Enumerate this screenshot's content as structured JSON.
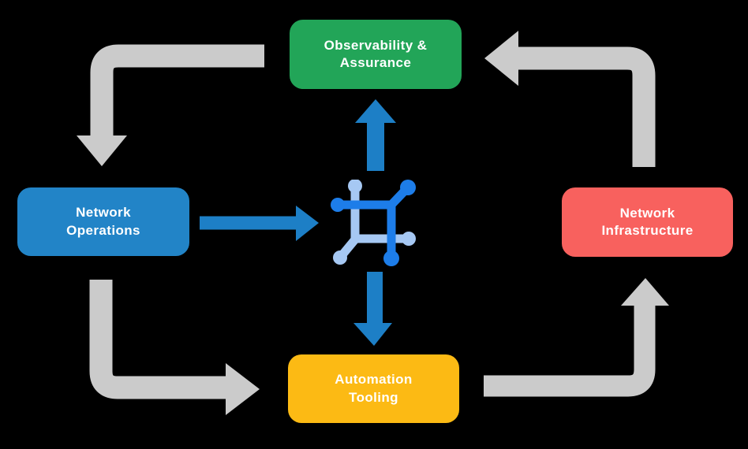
{
  "diagram": {
    "title": "network automation operating loop",
    "background_color": "#000000",
    "nodes": [
      {
        "id": "observability-assurance",
        "label": "Observability &\nAssurance",
        "color": "#22a558",
        "text_color": "#ffffff",
        "position": "top"
      },
      {
        "id": "network-operations",
        "label": "Network\nOperations",
        "color": "#2284c7",
        "text_color": "#ffffff",
        "position": "left"
      },
      {
        "id": "network-infrastructure",
        "label": "Network\nInfrastructure",
        "color": "#f8615e",
        "text_color": "#ffffff",
        "position": "right"
      },
      {
        "id": "automation-tooling",
        "label": "Automation\nTooling",
        "color": "#fcba14",
        "text_color": "#ffffff",
        "position": "bottom"
      }
    ],
    "center_icon": {
      "name": "network-mesh-icon",
      "primary_color": "#1d7de9",
      "secondary_color": "#a6c8f3"
    },
    "edges": [
      {
        "from": "observability-assurance",
        "to": "network-operations",
        "style": "outer-cycle",
        "color": "#cbcbcb"
      },
      {
        "from": "network-operations",
        "to": "automation-tooling",
        "style": "outer-cycle",
        "color": "#cbcbcb"
      },
      {
        "from": "automation-tooling",
        "to": "network-infrastructure",
        "style": "outer-cycle",
        "color": "#cbcbcb"
      },
      {
        "from": "network-infrastructure",
        "to": "observability-assurance",
        "style": "outer-cycle",
        "color": "#cbcbcb"
      },
      {
        "from": "network-operations",
        "to": "center-icon",
        "style": "hub",
        "color": "#1d7fc6"
      },
      {
        "from": "center-icon",
        "to": "observability-assurance",
        "style": "hub",
        "color": "#1d7fc6"
      },
      {
        "from": "center-icon",
        "to": "automation-tooling",
        "style": "hub",
        "color": "#1d7fc6"
      }
    ]
  }
}
